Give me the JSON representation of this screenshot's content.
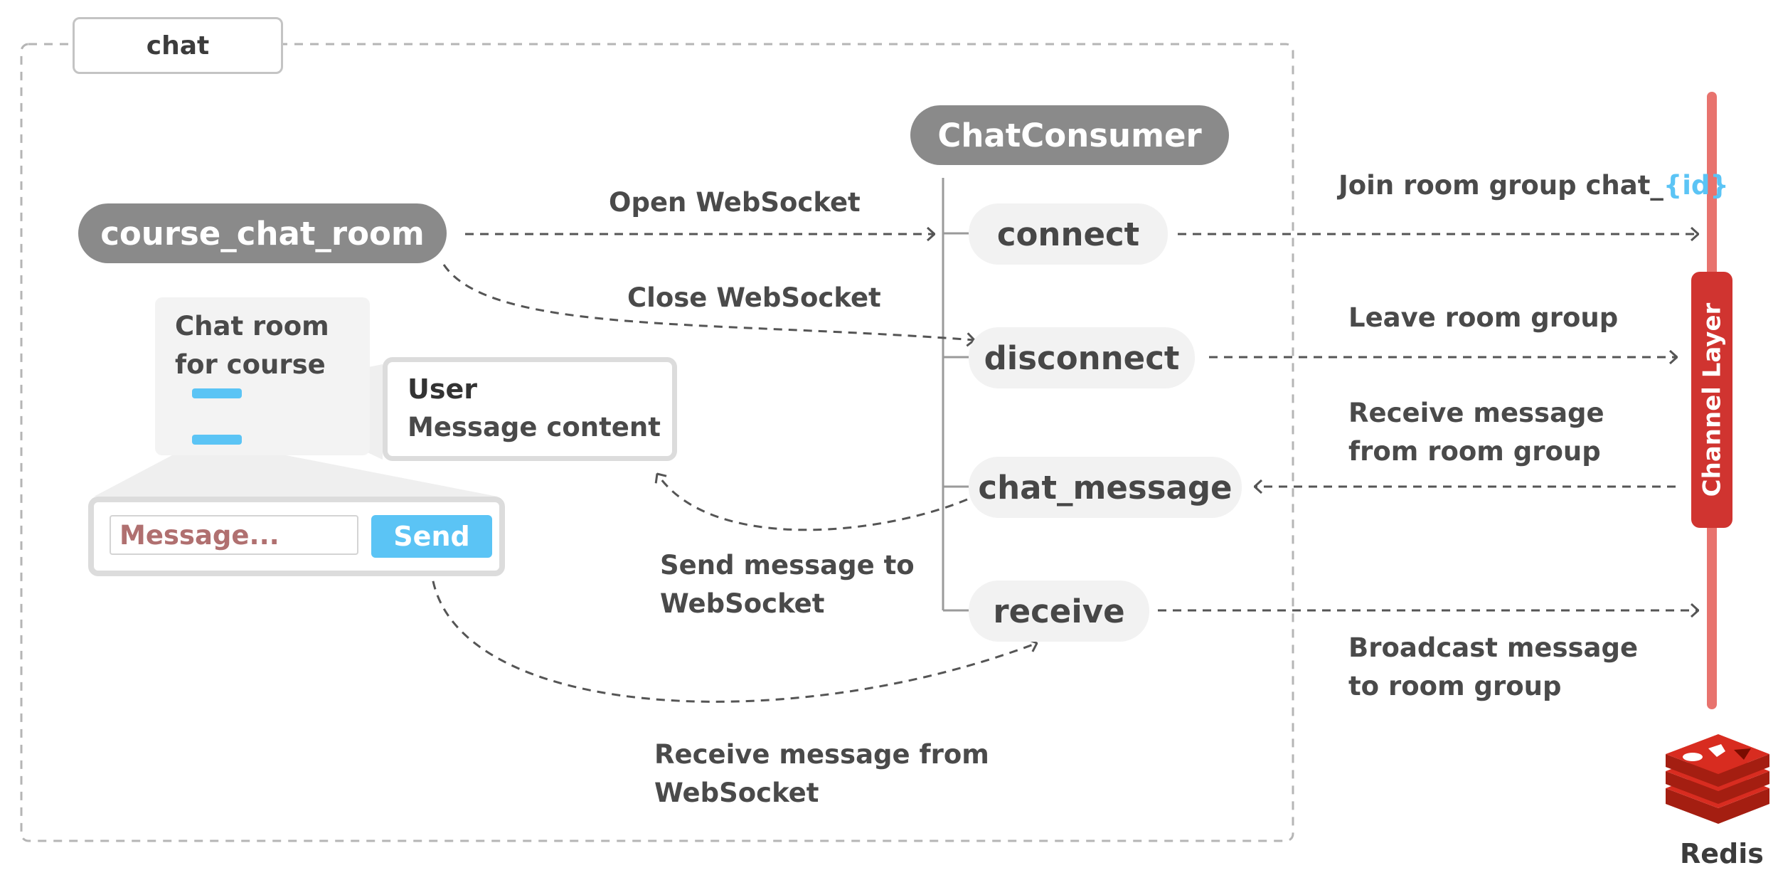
{
  "module": {
    "label": "chat"
  },
  "view": {
    "name": "course_chat_room"
  },
  "room_card": {
    "line1": "Chat room",
    "line2": "for course"
  },
  "message_card": {
    "user": "User",
    "content": "Message content"
  },
  "chat_form": {
    "placeholder": "Message...",
    "send_label": "Send"
  },
  "consumer": {
    "name": "ChatConsumer",
    "methods": [
      "connect",
      "disconnect",
      "chat_message",
      "receive"
    ]
  },
  "flows": {
    "open_websocket": "Open WebSocket",
    "close_websocket": "Close WebSocket",
    "send_to_websocket": [
      "Send message to",
      "WebSocket"
    ],
    "receive_from_websocket": [
      "Receive message from",
      "WebSocket"
    ],
    "join_group_prefix": "Join room group chat_",
    "join_group_suffix": "{id}",
    "leave_group": "Leave room group",
    "receive_from_group": [
      "Receive message",
      "from room group"
    ],
    "broadcast": [
      "Broadcast message",
      "to room group"
    ]
  },
  "channel_layer": {
    "label": "Channel Layer"
  },
  "redis": {
    "label": "Redis"
  },
  "colors": {
    "accent_blue": "#5bc4f5",
    "channel_red": "#d03430",
    "line_red": "#e8736e",
    "pill_dark": "#8a8a8a"
  }
}
